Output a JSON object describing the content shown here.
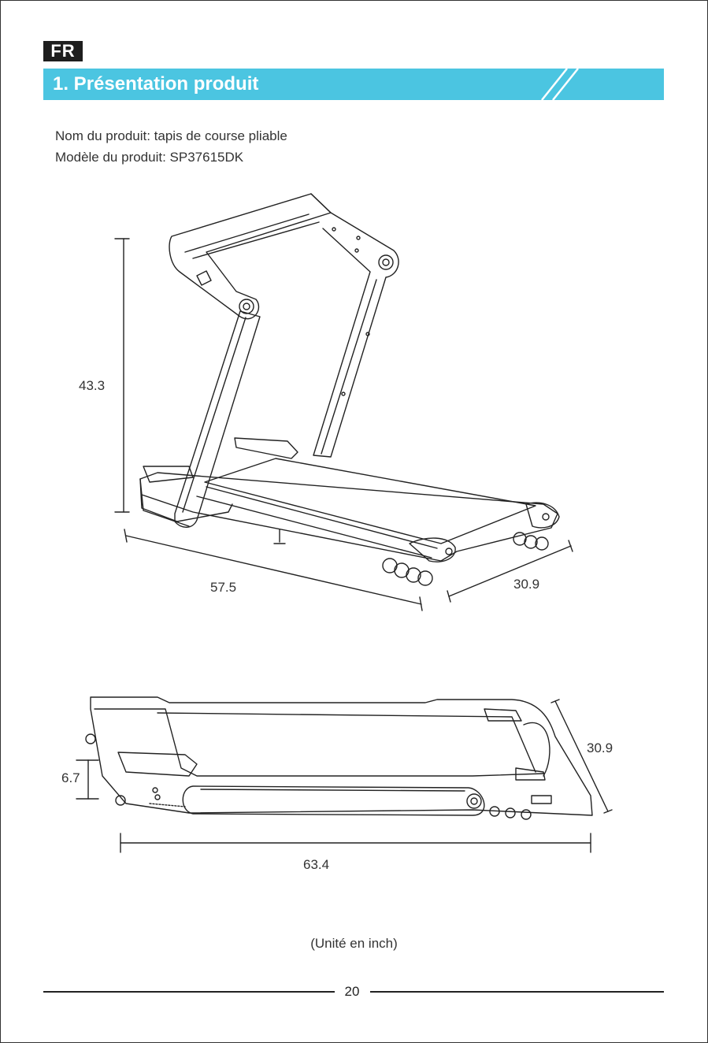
{
  "header": {
    "language_badge": "FR",
    "section_title": "1. Présentation produit",
    "accent_color": "#4bc5e1"
  },
  "product": {
    "name_line": "Nom du produit: tapis de course pliable",
    "model_line": "Modèle du produit: SP37615DK"
  },
  "figure_unfolded": {
    "height_label": "43.3",
    "length_label": "57.5",
    "width_label": "30.9"
  },
  "figure_folded": {
    "height_label": "6.7",
    "length_label": "63.4",
    "width_label": "30.9"
  },
  "unit_note": "(Unité en inch)",
  "footer": {
    "page_number": "20"
  }
}
